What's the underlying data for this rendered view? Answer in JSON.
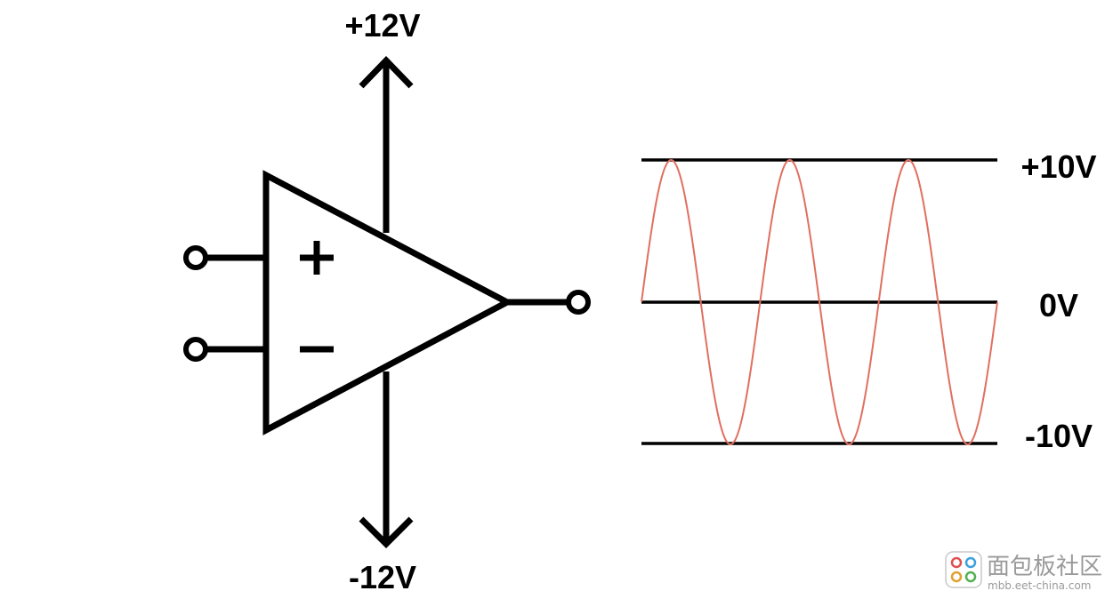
{
  "supply": {
    "positive_label": "+12V",
    "negative_label": "-12V"
  },
  "inputs": {
    "plus_symbol": "+",
    "minus_symbol": "−"
  },
  "waveform": {
    "level_labels": {
      "top": "+10V",
      "mid": "0V",
      "bottom": "-10V"
    },
    "amplitude": 10,
    "cycles": 3,
    "color": "#e07060"
  },
  "colors": {
    "line": "#000000",
    "background": "#ffffff"
  },
  "watermark": {
    "name": "面包板社区",
    "url": "mbb.eet-china.com"
  }
}
